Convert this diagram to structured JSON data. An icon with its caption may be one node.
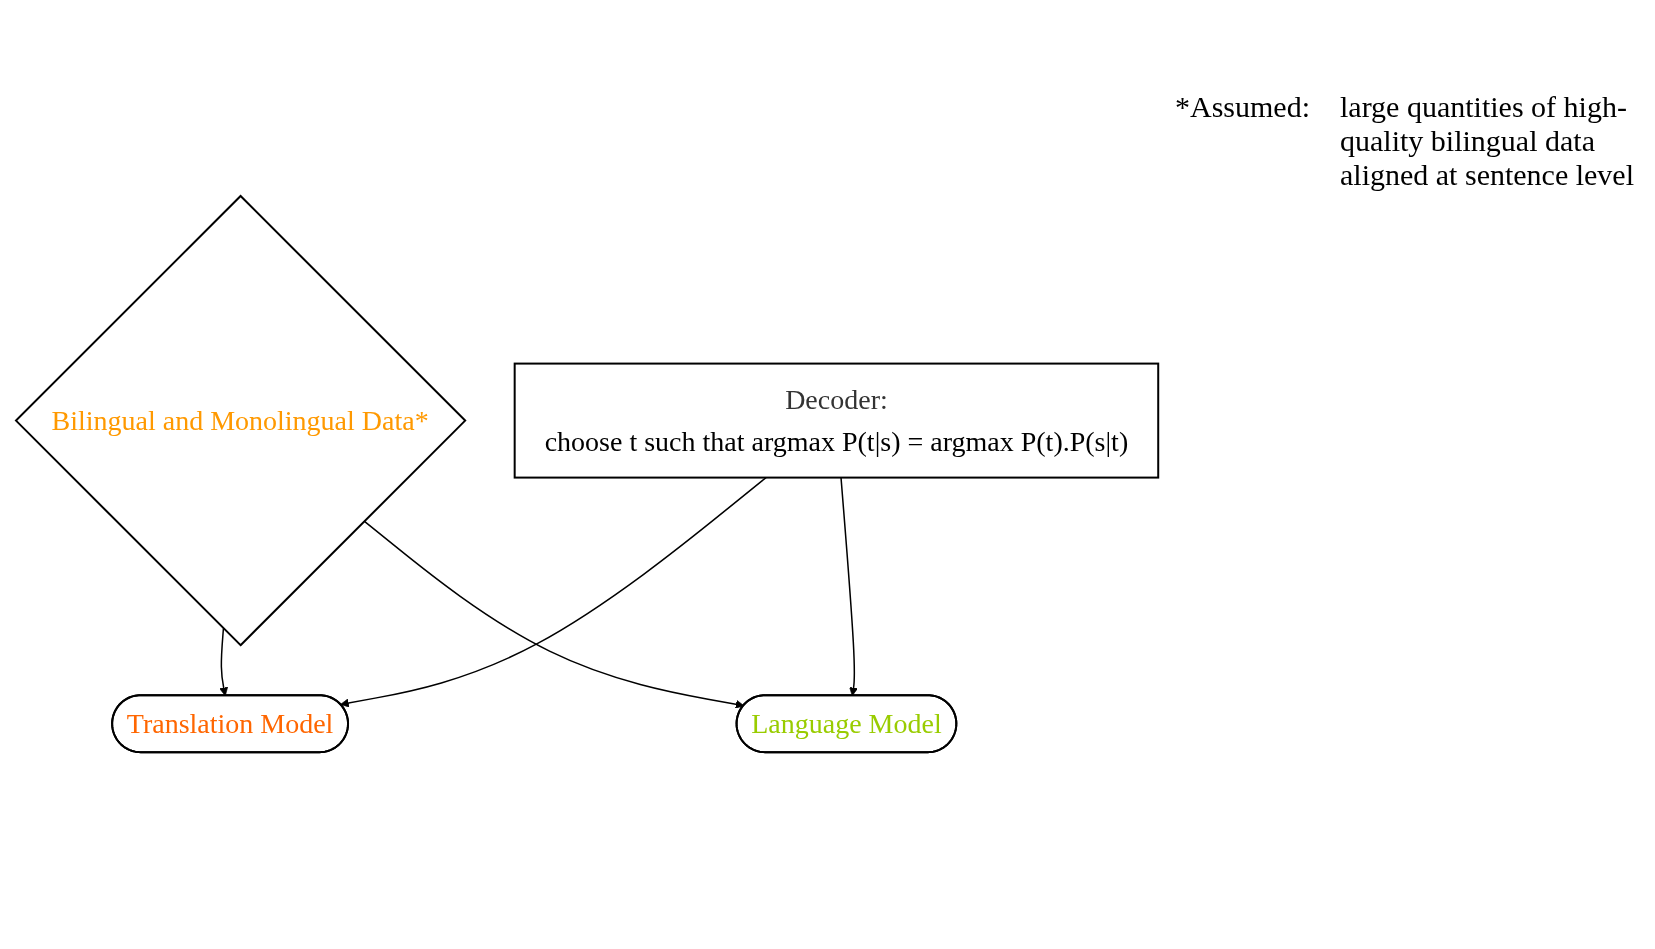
{
  "diagram": {
    "nodes": [
      {
        "text": [
          "Bilingual and Monolingual Data*"
        ]
      },
      {
        "text": [
          "Translation Model"
        ]
      },
      {
        "text": [
          "Language Model"
        ]
      },
      {
        "text": [
          "Decoder:",
          "choose t such that argmax P(t|s) = argmax P(t).P(s|t)"
        ]
      }
    ],
    "edges": [
      {
        "from": 0,
        "to": 1,
        "arrow": "to"
      },
      {
        "from": 0,
        "to": 2,
        "arrow": "to"
      },
      {
        "from": 3,
        "to": 1,
        "arrow": "to"
      },
      {
        "from": 3,
        "to": 2,
        "arrow": "to"
      }
    ],
    "labels": [
      "*Assumed:",
      "large quantities of high-quality bilingual data aligned at sentence level"
    ]
  }
}
